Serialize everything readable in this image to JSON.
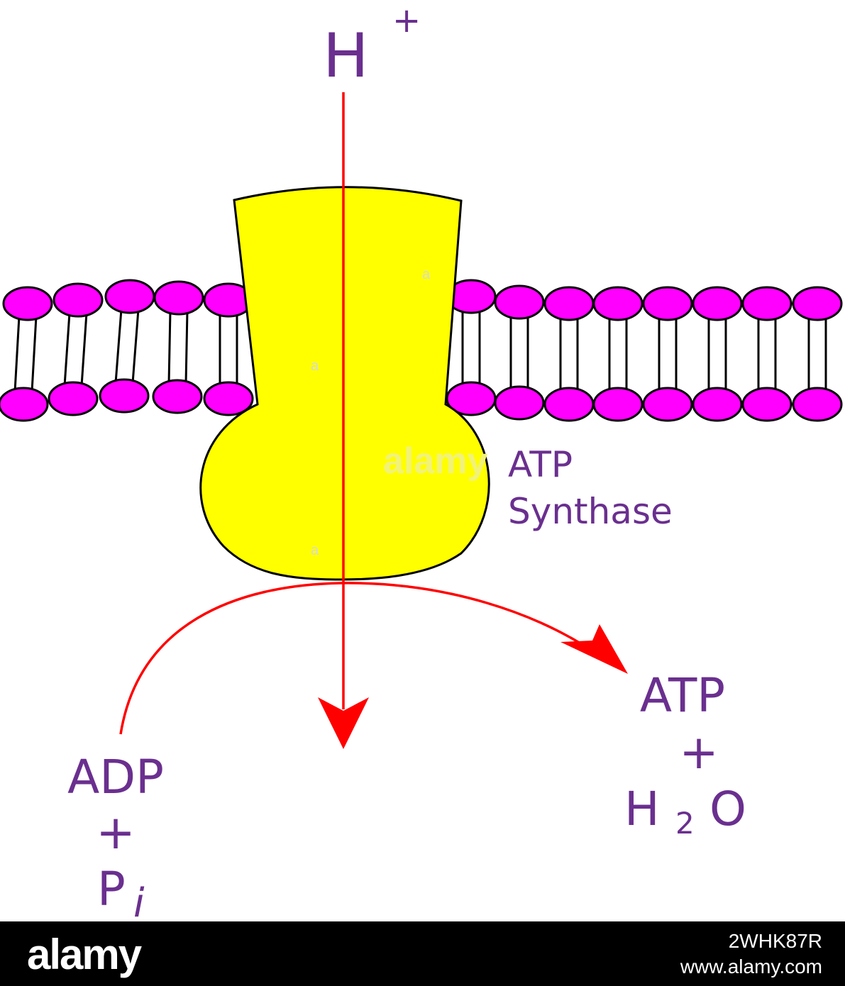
{
  "colors": {
    "label": "#6a2f8f",
    "protein": "#ffff00",
    "lipid_head": "#ff00ff",
    "arrow": "#ff0000",
    "outline": "#000000"
  },
  "labels": {
    "proton": "H",
    "proton_charge": "+",
    "enzyme_line1": "ATP",
    "enzyme_line2": "Synthase",
    "reactant_1": "ADP",
    "reactant_plus": "+",
    "reactant_2": "P",
    "reactant_2_sub": "i",
    "product_1": "ATP",
    "product_plus": "+",
    "product_2_a": "H",
    "product_2_sub": "2",
    "product_2_b": "O"
  },
  "watermark": {
    "center_text": "alamy",
    "small_mark": "a",
    "logo": "alamy",
    "image_id": "2WHK87R",
    "site": "www.alamy.com"
  }
}
